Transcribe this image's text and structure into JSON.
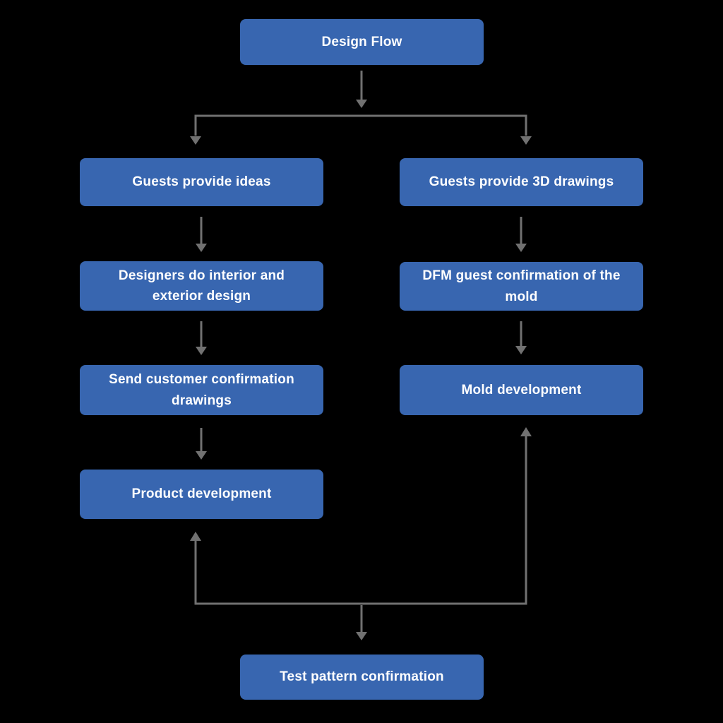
{
  "diagram": {
    "background_color": "#000000",
    "node_fill_color": "#3866b0",
    "node_text_color": "#ffffff",
    "arrow_color": "#717171",
    "nodes": {
      "design_flow": {
        "label": "Design Flow"
      },
      "guests_ideas": {
        "label": "Guests provide ideas"
      },
      "guests_3d": {
        "label": "Guests provide 3D drawings"
      },
      "designers": {
        "label": "Designers do interior and exterior design"
      },
      "dfm": {
        "label": "DFM guest confirmation of the mold"
      },
      "send_drawings": {
        "label": "Send customer confirmation drawings"
      },
      "mold_dev": {
        "label": "Mold development"
      },
      "product_dev": {
        "label": "Product development"
      },
      "test_pattern": {
        "label": "Test pattern confirmation"
      }
    },
    "edges": [
      {
        "from": "design_flow",
        "to": "guests_ideas"
      },
      {
        "from": "design_flow",
        "to": "guests_3d"
      },
      {
        "from": "guests_ideas",
        "to": "designers"
      },
      {
        "from": "designers",
        "to": "send_drawings"
      },
      {
        "from": "send_drawings",
        "to": "product_dev"
      },
      {
        "from": "guests_3d",
        "to": "dfm"
      },
      {
        "from": "dfm",
        "to": "mold_dev"
      },
      {
        "from": "test_pattern",
        "to": "product_dev"
      },
      {
        "from": "test_pattern",
        "to": "mold_dev"
      }
    ]
  }
}
